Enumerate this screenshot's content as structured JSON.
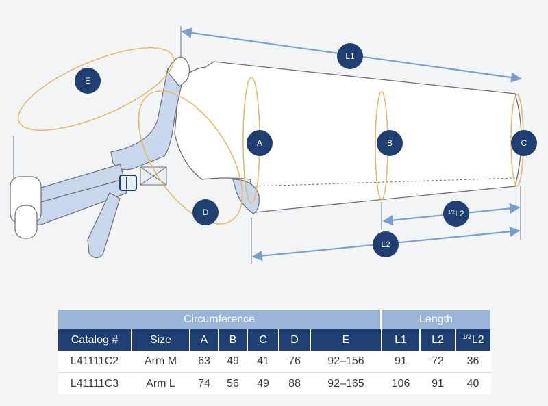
{
  "diagram": {
    "labels": {
      "E": "E",
      "L1": "L1",
      "A": "A",
      "B": "B",
      "C": "C",
      "D": "D",
      "half_L2_sup": "1/2",
      "half_L2": "L2",
      "L2": "L2"
    }
  },
  "table": {
    "group_headers": {
      "circumference": "Circumference",
      "length": "Length"
    },
    "columns": [
      "Catalog #",
      "Size",
      "A",
      "B",
      "C",
      "D",
      "E",
      "L1",
      "L2"
    ],
    "col_half_sup": "1/2",
    "col_half": "L2",
    "rows": [
      {
        "catalog": "L41111C2",
        "size": "Arm M",
        "a": "63",
        "b": "49",
        "c": "41",
        "d": "76",
        "e": "92–156",
        "l1": "91",
        "l2": "72",
        "half_l2": "36"
      },
      {
        "catalog": "L41111C3",
        "size": "Arm L",
        "a": "74",
        "b": "56",
        "c": "49",
        "d": "88",
        "e": "92–165",
        "l1": "106",
        "l2": "91",
        "half_l2": "40"
      }
    ]
  },
  "colors": {
    "navy": "#1f3f73",
    "light_blue": "#9ab4d9",
    "measure_line": "#7c9fd1",
    "circumference": "#e7b96a",
    "strap_fill": "#c9d7ec",
    "outline": "#6b6f76",
    "background": "#f3f4f6"
  }
}
